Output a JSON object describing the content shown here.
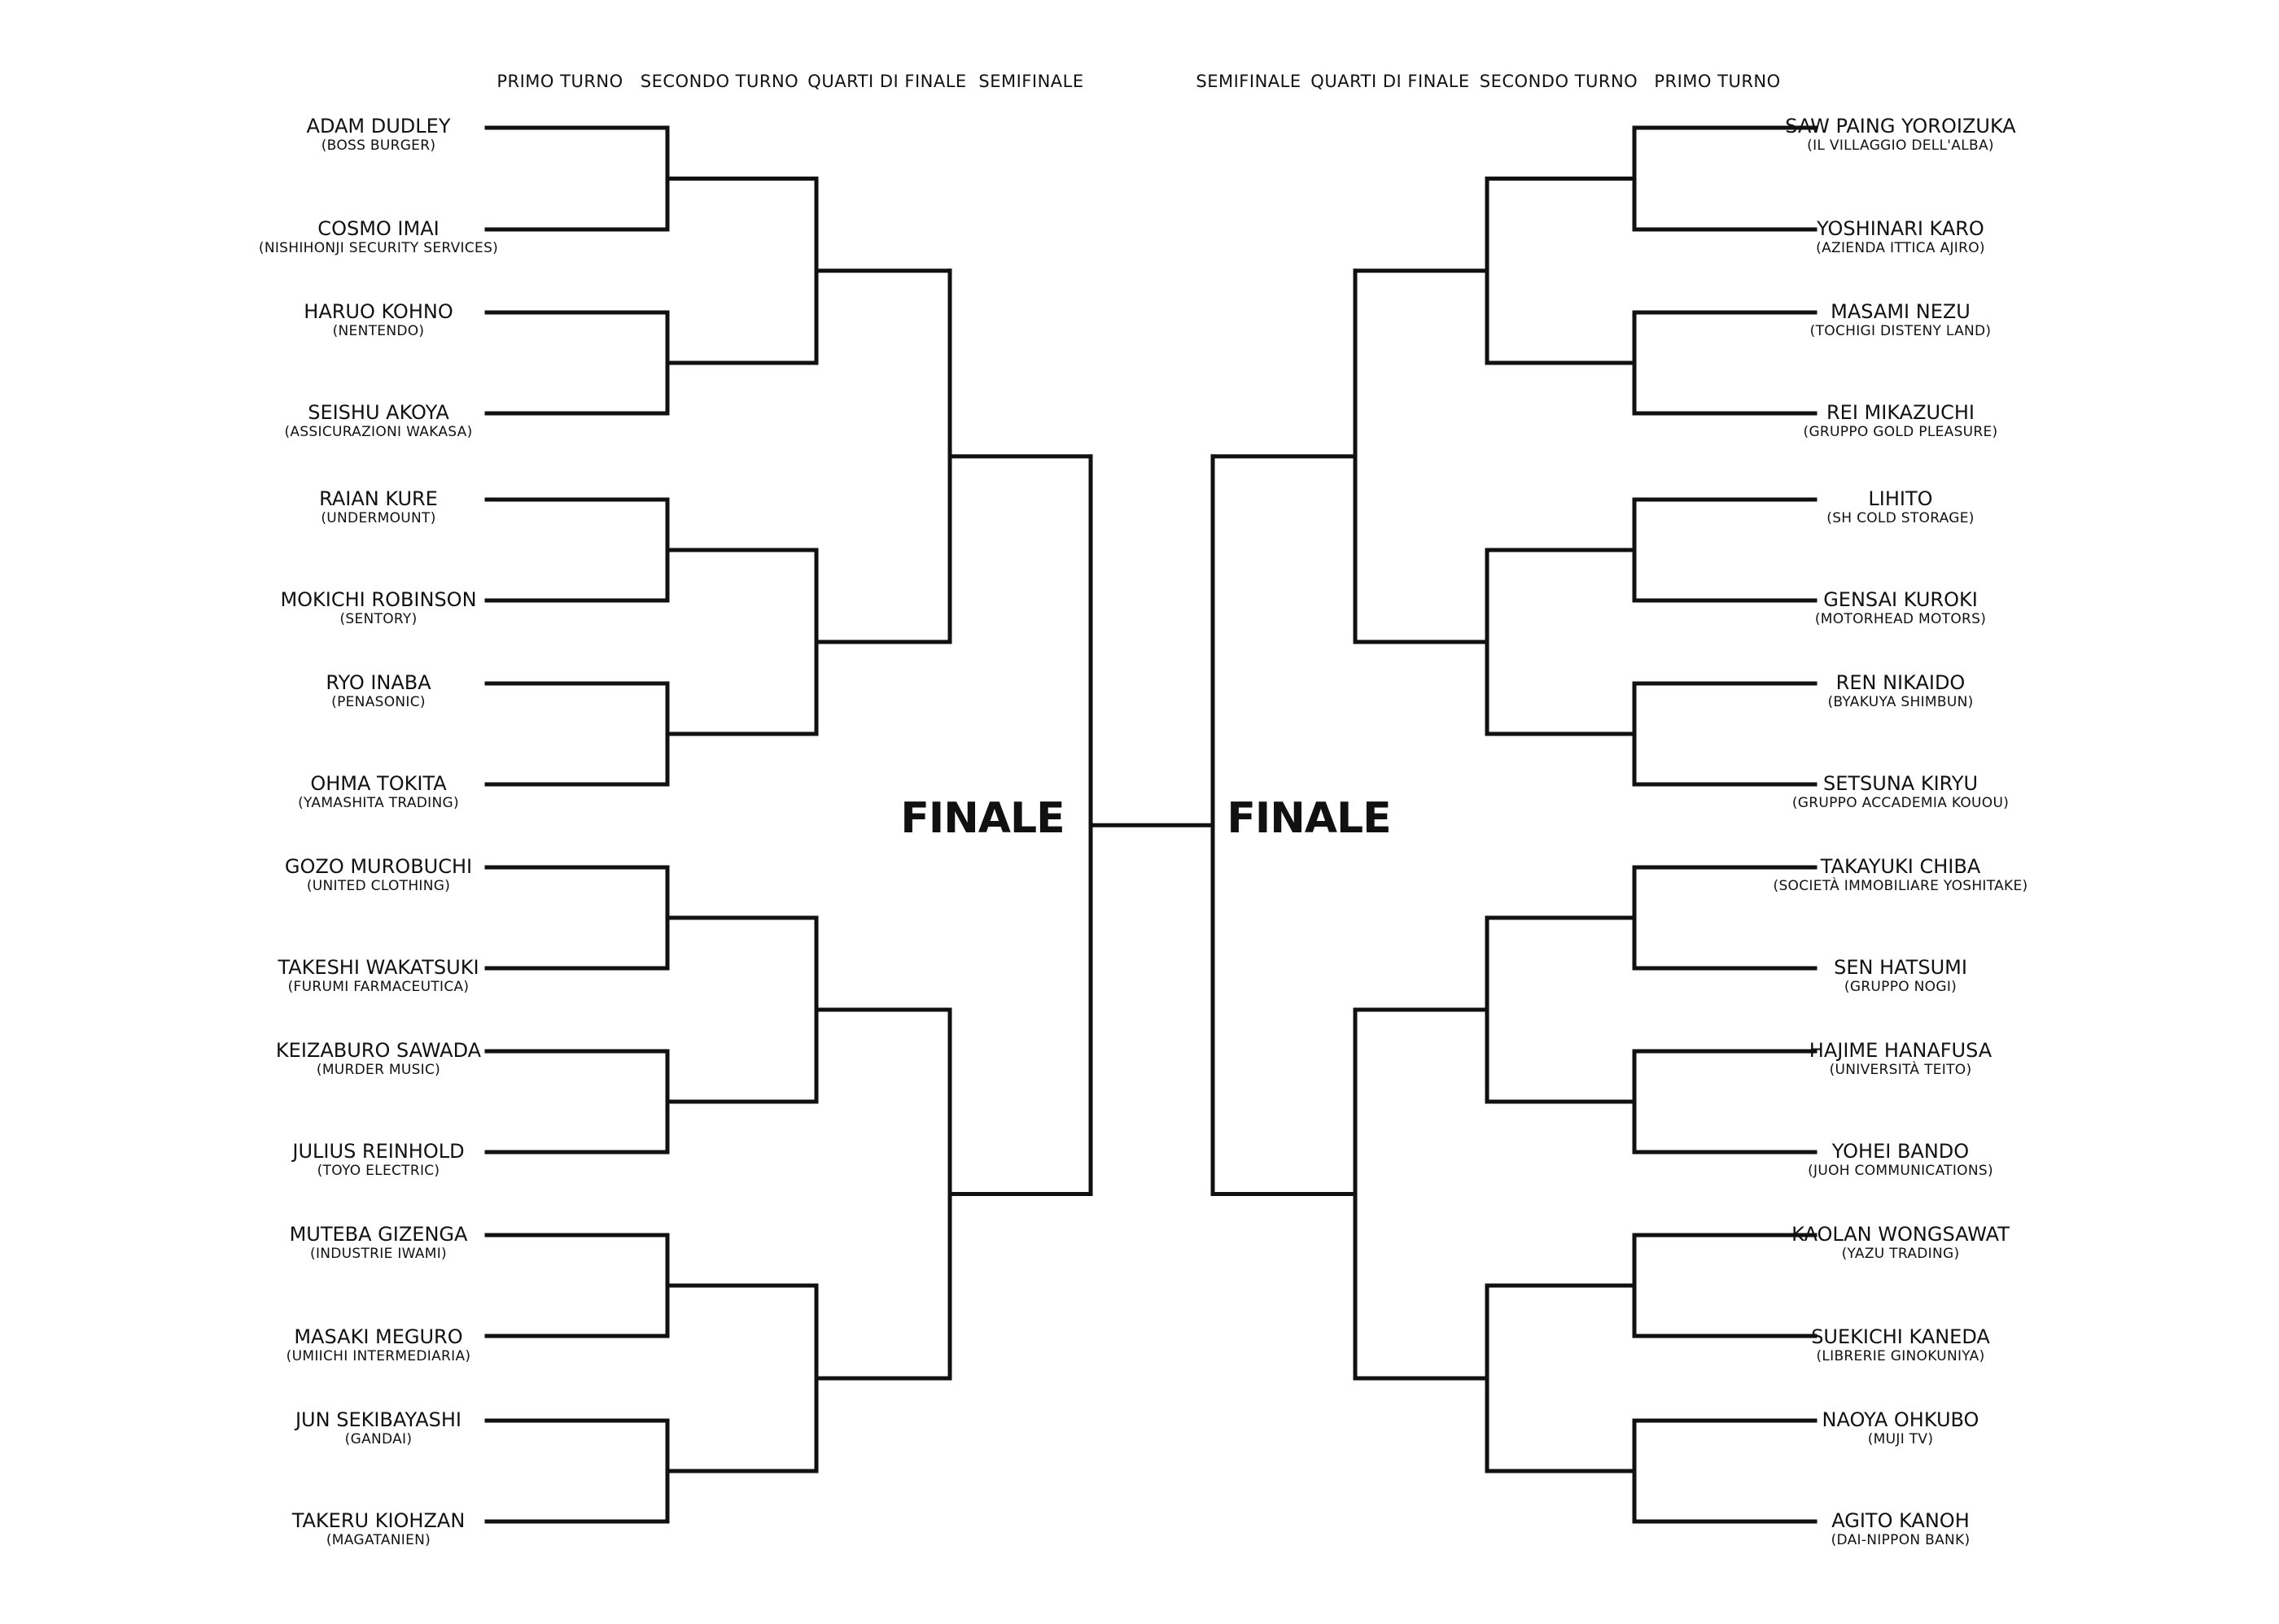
{
  "rounds_left": [
    "PRIMO TURNO",
    "SECONDO TURNO",
    "QUARTI DI FINALE",
    "SEMIFINALE"
  ],
  "rounds_right": [
    "SEMIFINALE",
    "QUARTI DI FINALE",
    "SECONDO TURNO",
    "PRIMO TURNO"
  ],
  "finale_label_left": "FINALE",
  "finale_label_right": "FINALE",
  "left_fighters": [
    {
      "name": "ADAM DUDLEY",
      "company": "(BOSS BURGER)"
    },
    {
      "name": "COSMO IMAI",
      "company": "(NISHIHONJI SECURITY SERVICES)"
    },
    {
      "name": "HARUO KOHNO",
      "company": "(NENTENDO)"
    },
    {
      "name": "SEISHU AKOYA",
      "company": "(ASSICURAZIONI WAKASA)"
    },
    {
      "name": "RAIAN KURE",
      "company": "(UNDERMOUNT)"
    },
    {
      "name": "MOKICHI ROBINSON",
      "company": "(SENTORY)"
    },
    {
      "name": "RYO INABA",
      "company": "(PENASONIC)"
    },
    {
      "name": "OHMA TOKITA",
      "company": "(YAMASHITA TRADING)"
    },
    {
      "name": "GOZO MUROBUCHI",
      "company": "(UNITED CLOTHING)"
    },
    {
      "name": "TAKESHI WAKATSUKI",
      "company": "(FURUMI FARMACEUTICA)"
    },
    {
      "name": "KEIZABURO SAWADA",
      "company": "(MURDER MUSIC)"
    },
    {
      "name": "JULIUS REINHOLD",
      "company": "(TOYO ELECTRIC)"
    },
    {
      "name": "MUTEBA GIZENGA",
      "company": "(INDUSTRIE IWAMI)"
    },
    {
      "name": "MASAKI MEGURO",
      "company": "(UMIICHI INTERMEDIARIA)"
    },
    {
      "name": "JUN SEKIBAYASHI",
      "company": "(GANDAI)"
    },
    {
      "name": "TAKERU KIOHZAN",
      "company": "(MAGATANIEN)"
    }
  ],
  "right_fighters": [
    {
      "name": "SAW PAING YOROIZUKA",
      "company": "(IL VILLAGGIO DELL'ALBA)"
    },
    {
      "name": "YOSHINARI KARO",
      "company": "(AZIENDA ITTICA AJIRO)"
    },
    {
      "name": "MASAMI NEZU",
      "company": "(TOCHIGI DISTENY LAND)"
    },
    {
      "name": "REI MIKAZUCHI",
      "company": "(GRUPPO GOLD PLEASURE)"
    },
    {
      "name": "LIHITO",
      "company": "(SH COLD STORAGE)"
    },
    {
      "name": "GENSAI KUROKI",
      "company": "(MOTORHEAD MOTORS)"
    },
    {
      "name": "REN NIKAIDO",
      "company": "(BYAKUYA SHIMBUN)"
    },
    {
      "name": "SETSUNA KIRYU",
      "company": "(GRUPPO ACCADEMIA KOUOU)"
    },
    {
      "name": "TAKAYUKI CHIBA",
      "company": "(SOCIETÀ IMMOBILIARE YOSHITAKE)"
    },
    {
      "name": "SEN HATSUMI",
      "company": "(GRUPPO NOGI)"
    },
    {
      "name": "HAJIME HANAFUSA",
      "company": "(UNIVERSITÀ TEITO)"
    },
    {
      "name": "YOHEI BANDO",
      "company": "(JUOH COMMUNICATIONS)"
    },
    {
      "name": "KAOLAN WONGSAWAT",
      "company": "(YAZU TRADING)"
    },
    {
      "name": "SUEKICHI KANEDA",
      "company": "(LIBRERIE GINOKUNIYA)"
    },
    {
      "name": "NAOYA OHKUBO",
      "company": "(MUJI TV)"
    },
    {
      "name": "AGITO KANOH",
      "company": "(DAI-NIPPON BANK)"
    }
  ]
}
